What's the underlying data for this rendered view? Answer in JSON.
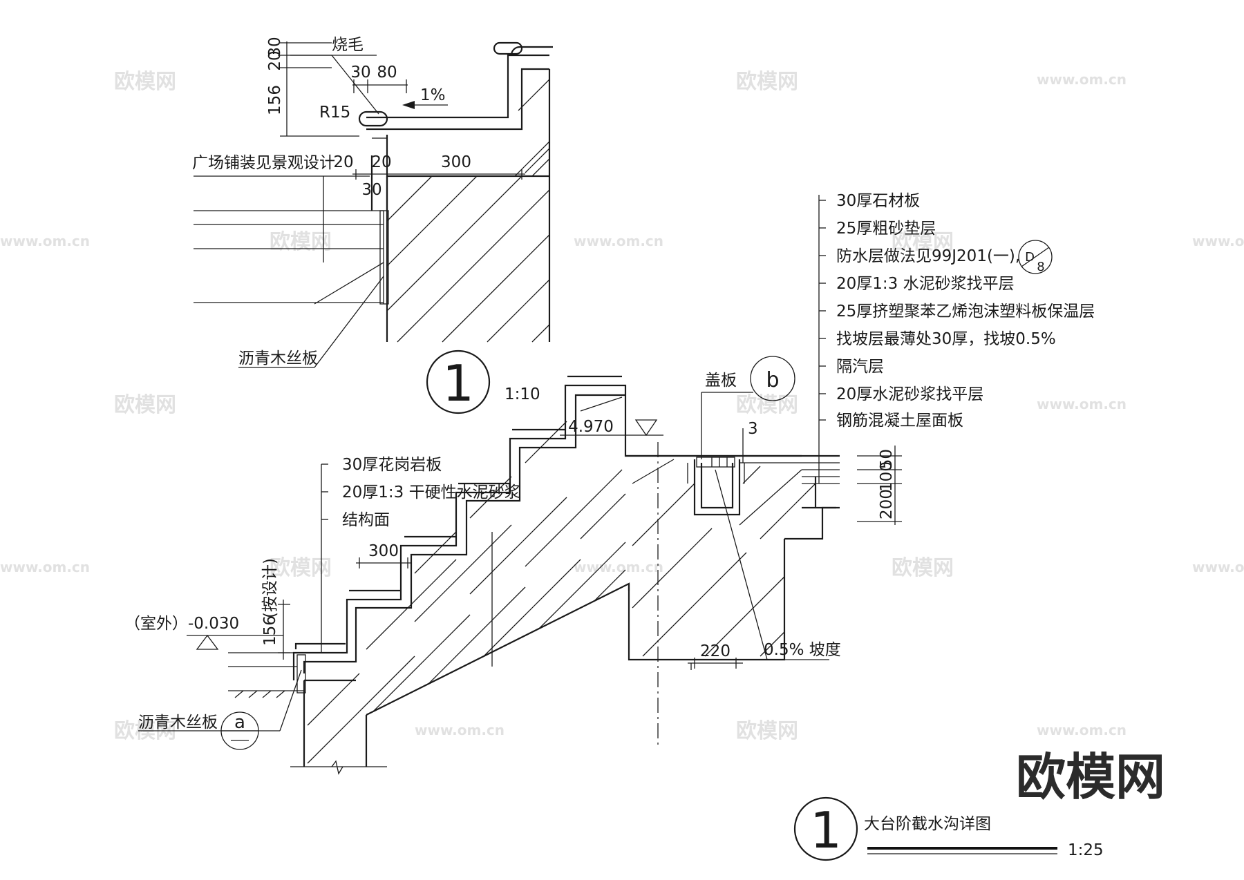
{
  "detail1": {
    "notes": {
      "burned": "烧毛",
      "paving": "广场铺装见景观设计",
      "asphalt": "沥青木丝板",
      "radius": "R15",
      "slope": "1%"
    },
    "dims": {
      "d30a": "30",
      "d20a": "20",
      "d156": "156",
      "d30b": "30",
      "d80": "80",
      "d20b": "20",
      "d20c": "20",
      "d300": "300",
      "d30c": "30"
    },
    "callout": {
      "number": "1",
      "scale": "1:10"
    }
  },
  "detail2": {
    "step_notes": [
      "30厚花岗岩板",
      "20厚1:3 干硬性水泥砂浆",
      "结构面"
    ],
    "roof_notes": [
      "30厚石材板",
      "25厚粗砂垫层",
      "防水层做法见99J201(一),",
      "20厚1:3 水泥砂浆找平层",
      "25厚挤塑聚苯乙烯泡沫塑料板保温层",
      "找坡层最薄处30厚，找坡0.5%",
      "隔汽层",
      "20厚水泥砂浆找平层",
      "钢筋混凝土屋面板"
    ],
    "ref_top": "D",
    "ref_bottom": "8",
    "cover_label": "盖板",
    "cover_ref": "b",
    "elevation_top": "4.970",
    "outdoor_label": "（室外）",
    "elevation_outdoor": "-0.030",
    "dim_156": "156",
    "dim_156_note": "(按设计)",
    "dim_300": "300",
    "dim_3": "3",
    "dim_50": "50",
    "dim_100": "100",
    "dim_200": "200",
    "dim_220": "220",
    "slope_note": "0.5% 坡度",
    "asphalt": "沥青木丝板",
    "ref_a": "a",
    "title_number": "1",
    "title": "大台阶截水沟详图",
    "scale": "1:25"
  },
  "watermark": {
    "brand": "欧模网",
    "site": "www.om.cn"
  }
}
